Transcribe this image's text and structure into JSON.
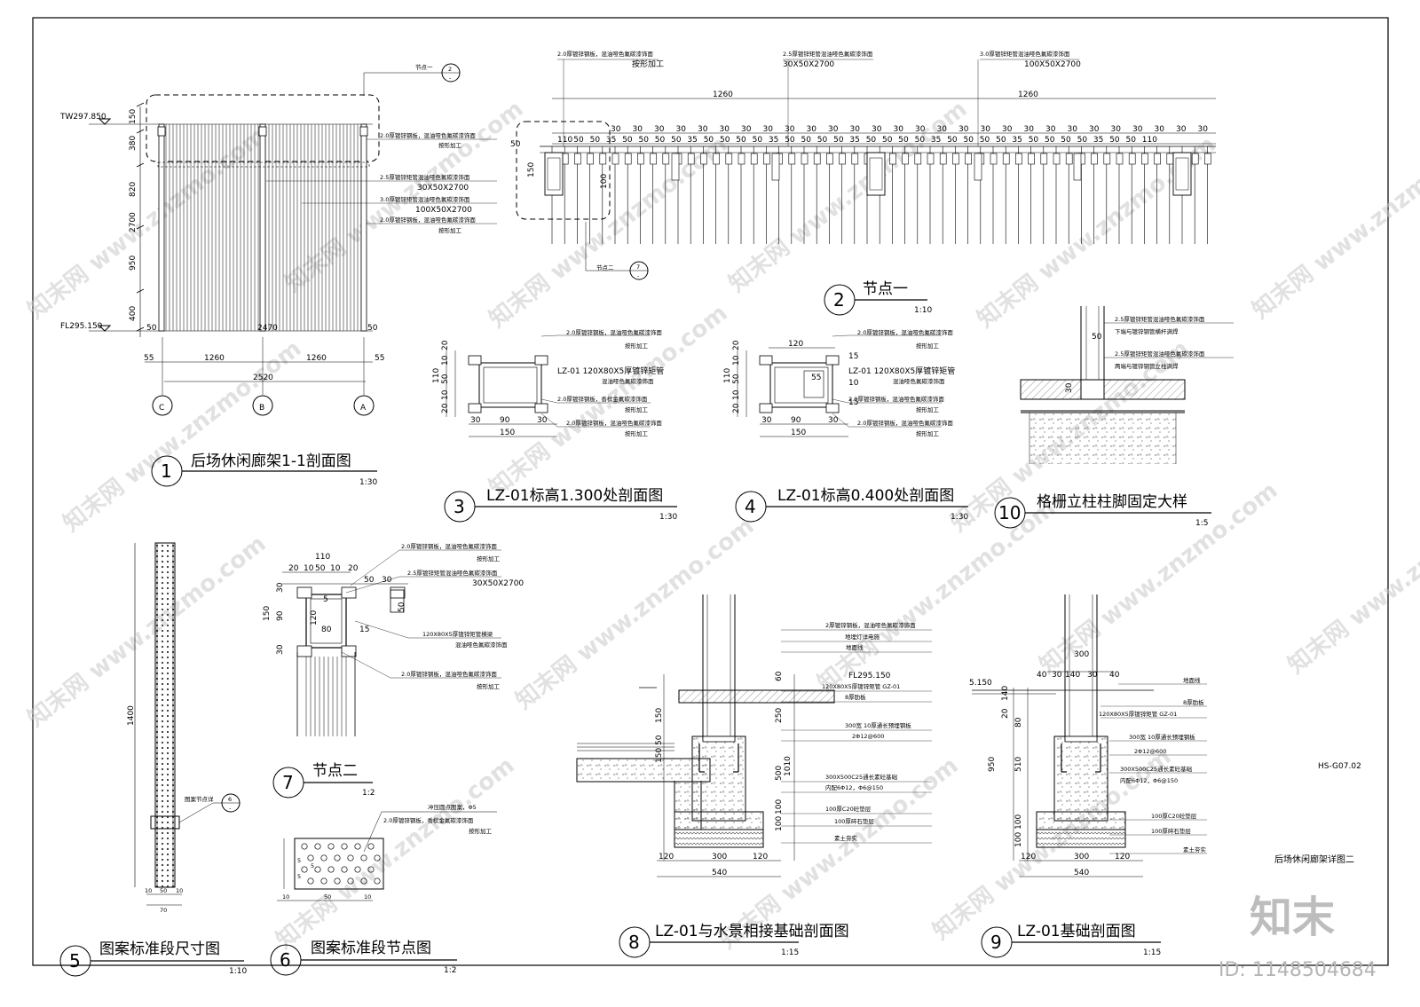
{
  "sheet": {
    "code": "HS-G07.02",
    "name": "后场休闲廊架详图二",
    "brand": "知末",
    "id_text": "ID: 1148504684"
  },
  "watermarks": {
    "cn": "知末网",
    "url": "www.znzmo.com"
  },
  "d1": {
    "num": "1",
    "title": "后场休闲廊架1-1剖面图",
    "scale": "1:30",
    "tw": "TW297.850",
    "fl": "FL295.150",
    "v_dims": [
      "150",
      "380",
      "820",
      "2700",
      "950",
      "400"
    ],
    "h_dims": [
      "50",
      "2470",
      "50",
      "55",
      "1260",
      "1260",
      "55",
      "2520"
    ],
    "axes": [
      "C",
      "B",
      "A"
    ],
    "node_ref": {
      "label": "节点一",
      "num": "2",
      "sub": "-"
    },
    "notes": [
      "2.0厚镀锌钢板，混油哑色氟碳漆饰面",
      "按形加工",
      "2.5厚镀锌矩管混油哑色氟碳漆饰面",
      "30X50X2700",
      "3.0厚镀锌矩管混油哑色氟碳漆饰面",
      "100X50X2700",
      "2.0厚镀锌钢板，混油哑色氟碳漆饰面",
      "按形加工"
    ]
  },
  "d2": {
    "num": "2",
    "title": "节点一",
    "scale": "1:10",
    "top_notes": [
      "2.0厚镀锌钢板，混油哑色氟碳漆饰面",
      "按形加工",
      "2.5厚镀锌矩管混油哑色氟碳漆饰面",
      "30X50X2700",
      "3.0厚镀锌矩管混油哑色氟碳漆饰面",
      "100X50X2700"
    ],
    "dims_top": [
      "1260",
      "1260"
    ],
    "dims_row": [
      "30",
      "30",
      "30",
      "30",
      "30",
      "30",
      "30",
      "30",
      "30",
      "30",
      "30",
      "30",
      "30",
      "30",
      "30",
      "30",
      "30",
      "30",
      "30",
      "30",
      "30",
      "30",
      "30",
      "30",
      "30",
      "30",
      "30",
      "30"
    ],
    "dims_row2": [
      "110",
      "50",
      "50",
      "35",
      "50",
      "50",
      "50",
      "50",
      "35",
      "50",
      "50",
      "50",
      "50",
      "35",
      "50",
      "50",
      "50",
      "50",
      "35",
      "50",
      "50",
      "50",
      "50",
      "35",
      "50",
      "50",
      "50",
      "50",
      "35",
      "50",
      "50",
      "50",
      "50",
      "35",
      "50",
      "50",
      "110"
    ],
    "side_dims": [
      "50",
      "150",
      "100"
    ],
    "node_ref": {
      "label": "节点二",
      "num": "7",
      "sub": "-"
    }
  },
  "d3": {
    "num": "3",
    "title": "LZ-01标高1.300处剖面图",
    "scale": "1:30",
    "v_dims": [
      "20",
      "110",
      "10",
      "50",
      "10",
      "20"
    ],
    "h_dims": [
      "30",
      "90",
      "30",
      "150"
    ],
    "notes": [
      "2.0厚镀锌钢板，混油哑色氟碳漆饰面",
      "按形加工",
      "LZ-01  120X80X5厚镀锌矩管",
      "混油哑色氟碳漆饰面",
      "2.0厚镀锌钢板，香槟金氟碳漆饰面",
      "按形加工",
      "2.0厚镀锌钢板，混油哑色氟碳漆饰面",
      "按形加工"
    ]
  },
  "d4": {
    "num": "4",
    "title": "LZ-01标高0.400处剖面图",
    "scale": "1:30",
    "v_dims": [
      "20",
      "110",
      "10",
      "50",
      "10",
      "20"
    ],
    "h_dims": [
      "30",
      "90",
      "30",
      "150"
    ],
    "top": "120",
    "inner": [
      "15",
      "55",
      "10",
      "15"
    ],
    "notes": [
      "2.0厚镀锌钢板，混油哑色氟碳漆饰面",
      "按形加工",
      "LZ-01  120X80X5厚镀锌矩管",
      "混油哑色氟碳漆饰面",
      "2.0厚镀锌钢板，混油哑色氟碳漆饰面",
      "按形加工",
      "2.0厚镀锌钢板，混油哑色氟碳漆饰面",
      "按形加工"
    ]
  },
  "d10": {
    "num": "10",
    "title": "格栅立柱柱脚固定大样",
    "scale": "1:5",
    "dims": [
      "50",
      "30"
    ],
    "notes": [
      "2.5厚镀锌矩管混油哑色氟碳漆饰面",
      "下端与镀锌钢管横杆满焊",
      "2.5厚镀锌矩管混油哑色氟碳漆饰面",
      "两端与镀锌钢管立柱满焊"
    ]
  },
  "d5": {
    "num": "5",
    "title": "图案标准段尺寸图",
    "scale": "1:10",
    "dims": [
      "1400",
      "10",
      "50",
      "10",
      "70"
    ],
    "ref": {
      "label": "图案节点详",
      "num": "6",
      "sub": "-"
    }
  },
  "d6": {
    "num": "6",
    "title": "图案标准段节点图",
    "scale": "1:2",
    "dims": [
      "10",
      "50",
      "10",
      "5",
      "5",
      "5"
    ],
    "notes": [
      "冲压圆点图案，Φ5",
      "2.0厚镀锌钢板，香槟金氟碳漆饰面",
      "按形加工"
    ]
  },
  "d7": {
    "num": "7",
    "title": "节点二",
    "scale": "1:2",
    "dims_top": [
      "110",
      "20",
      "10",
      "50",
      "10",
      "20",
      "50",
      "30"
    ],
    "dims_side": [
      "150",
      "30",
      "90",
      "30",
      "120",
      "80",
      "15",
      "5",
      "50"
    ],
    "notes": [
      "2.0厚镀锌钢板，混油哑色氟碳漆饰面",
      "按形加工",
      "2.5厚镀锌矩管混油哑色氟碳漆饰面",
      "30X50X2700",
      "120X80X5厚镀锌矩管横梁",
      "混油哑色氟碳漆饰面",
      "2.0厚镀锌钢板，混油哑色氟碳漆饰面",
      "按形加工"
    ]
  },
  "d8": {
    "num": "8",
    "title": "LZ-01与水景相接基础剖面图",
    "scale": "1:15",
    "fl": "FL295.150",
    "v_dims": [
      "60",
      "150",
      "50",
      "150",
      "250",
      "1010",
      "500",
      "100",
      "100"
    ],
    "h_dims": [
      "120",
      "300",
      "120",
      "540"
    ],
    "notes": [
      "2厚镀锌钢板，混油哑色氟碳漆饰面",
      "地埋灯详电施",
      "地面线",
      "120X80X5厚镀锌矩管 GZ-01",
      "8厚肋板",
      "300宽 10厚通长预埋钢板",
      "2Φ12@600",
      "300X500C25通长素砼基础",
      "内配6Φ12，Φ6@150",
      "100厚C20砼垫层",
      "100厚碎石垫层",
      "素土夯实"
    ]
  },
  "d9": {
    "num": "9",
    "title": "LZ-01基础剖面图",
    "scale": "1:15",
    "lvl": "5.150",
    "top_dims": [
      "300",
      "40",
      "30",
      "140",
      "30",
      "40"
    ],
    "v_dims": [
      "140",
      "20",
      "80",
      "950",
      "510",
      "100",
      "100"
    ],
    "h_dims": [
      "120",
      "300",
      "120",
      "540"
    ],
    "notes": [
      "地面线",
      "8厚肋板",
      "120X80X5厚镀锌矩管 GZ-01",
      "300宽 10厚通长预埋钢板",
      "2Φ12@600",
      "300X500C25通长素砼基础",
      "内配6Φ12，Φ6@150",
      "100厚C20砼垫层",
      "100厚碎石垫层",
      "素土夯实"
    ]
  }
}
